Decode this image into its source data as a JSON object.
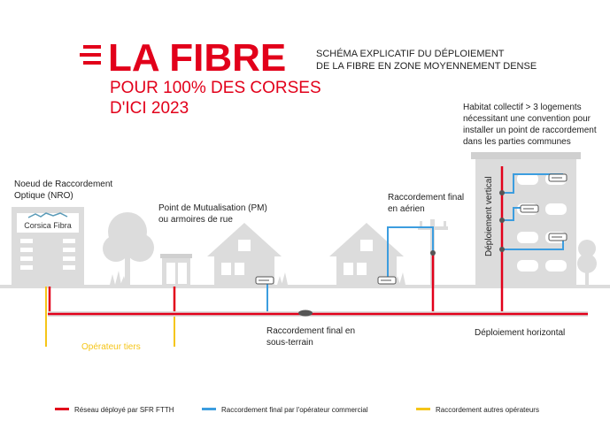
{
  "header": {
    "title": "LA FIBRE",
    "subtitle_line1": "POUR 100% DES CORSES",
    "subtitle_line2": "D'ICI 2023",
    "scheme_line1": "SCHÉMA EXPLICATIF DU DÉPLOIEMENT",
    "scheme_line2": "DE LA FIBRE EN ZONE MOYENNEMENT DENSE"
  },
  "labels": {
    "nro_line1": "Noeud de Raccordement",
    "nro_line2": "Optique (NRO)",
    "nro_brand": "Corsica Fibra",
    "pm_line1": "Point de Mutualisation (PM)",
    "pm_line2": "ou armoires de rue",
    "aerial_line1": "Raccordement final",
    "aerial_line2": "en aérien",
    "collectif_line1": "Habitat collectif > 3 logements",
    "collectif_line2": "nécessitant une convention pour",
    "collectif_line3": "installer un point de raccordement",
    "collectif_line4": "dans les parties communes",
    "vertical": "Déploiement vertical",
    "underground_line1": "Raccordement final en",
    "underground_line2": "sous-terrain",
    "horizontal": "Déploiement horizontal",
    "third_party": "Opérateur tiers"
  },
  "legend": {
    "red": "Réseau déployé par SFR FTTH",
    "blue": "Raccordement final par l'opérateur commercial",
    "yellow": "Raccordement autres opérateurs"
  },
  "colors": {
    "red": "#e2001a",
    "blue": "#3c9ddf",
    "yellow": "#f5c518",
    "grey": "#dcdcdc",
    "dark": "#222222"
  }
}
